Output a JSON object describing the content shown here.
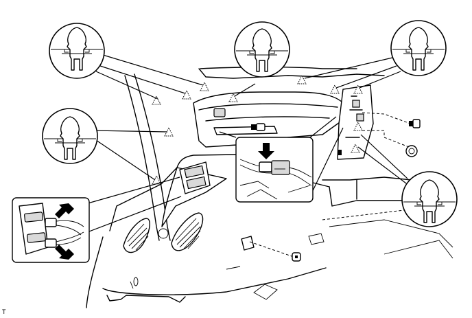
{
  "figure": {
    "caption": "T"
  },
  "colors": {
    "line": "#000000",
    "background": "#ffffff",
    "shading": "#d9d9d9"
  },
  "icons": [
    "clip-symbol",
    "push-arrow-icon",
    "bolt",
    "clip-fastener"
  ]
}
